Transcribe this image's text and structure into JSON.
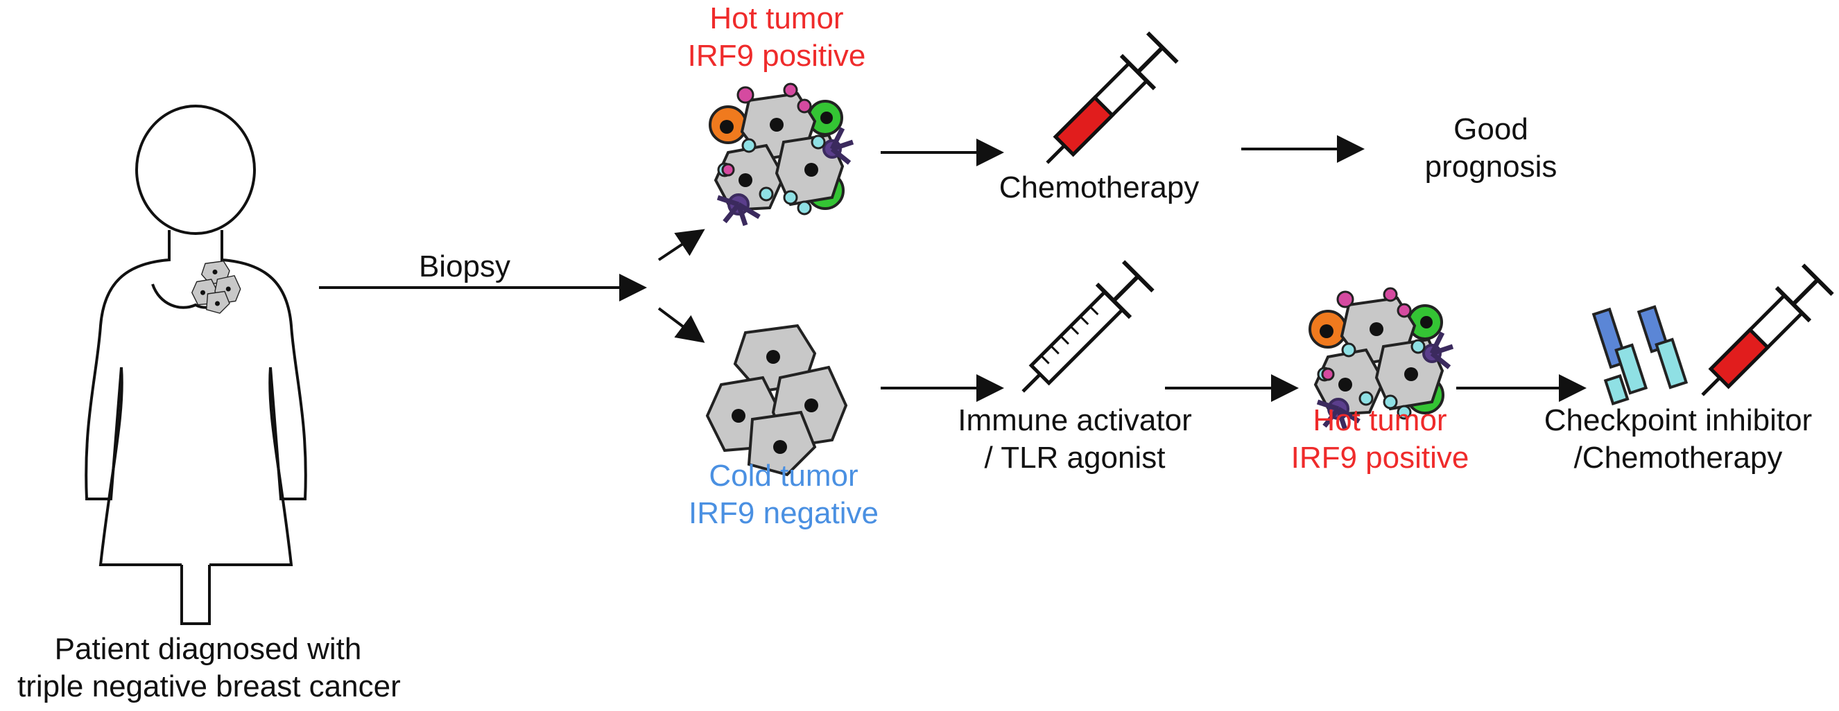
{
  "labels": {
    "patient_line1": "Patient diagnosed with",
    "patient_line2": "triple negative breast cancer",
    "biopsy": "Biopsy",
    "hot_tumor_title": "Hot tumor",
    "hot_tumor_sub": "IRF9 positive",
    "cold_tumor_title": "Cold tumor",
    "cold_tumor_sub": "IRF9 negative",
    "chemotherapy": "Chemotherapy",
    "good_prognosis_line1": "Good",
    "good_prognosis_line2": "prognosis",
    "immune_line1": "Immune activator",
    "immune_line2": "/ TLR agonist",
    "hot_tumor2_title": "Hot tumor",
    "hot_tumor2_sub": "IRF9 positive",
    "checkpoint_line1": "Checkpoint inhibitor",
    "checkpoint_line2": "/Chemotherapy"
  },
  "colors": {
    "hot": "#ef2b2b",
    "cold": "#4a90e2",
    "text": "#111111",
    "tumor_cell": "#c8c8c8",
    "immune_green": "#34c434",
    "immune_orange": "#f07a1e",
    "immune_purple": "#5b3e8c",
    "immune_cyan": "#8fe0e4",
    "immune_magenta": "#d54aa0",
    "syringe_fill": "#e11d1d",
    "antibody_blue": "#5b86d6",
    "antibody_cyan": "#8fe0e4"
  }
}
